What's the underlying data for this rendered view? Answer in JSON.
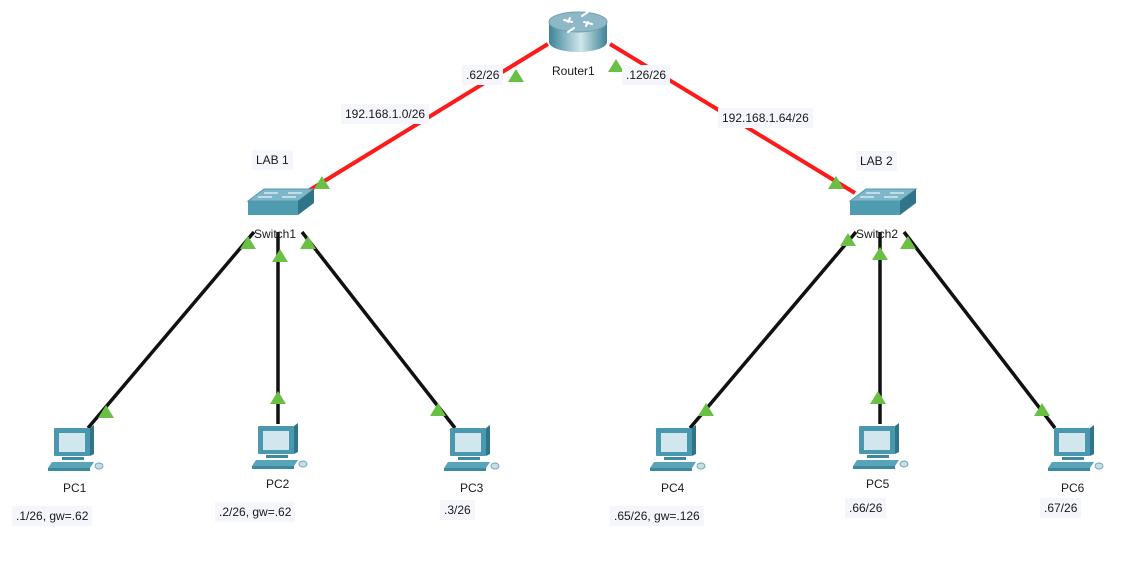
{
  "devices": [
    {
      "id": "router1",
      "type": "router",
      "name": "Router1"
    },
    {
      "id": "switch1",
      "type": "switch",
      "name": "Switch1",
      "note": "LAB 1"
    },
    {
      "id": "switch2",
      "type": "switch",
      "name": "Switch2",
      "note": "LAB 2"
    },
    {
      "id": "pc1",
      "type": "pc",
      "name": "PC1",
      "ip": ".1/26, gw=.62"
    },
    {
      "id": "pc2",
      "type": "pc",
      "name": "PC2",
      "ip": ".2/26, gw=.62"
    },
    {
      "id": "pc3",
      "type": "pc",
      "name": "PC3",
      "ip": ".3/26"
    },
    {
      "id": "pc4",
      "type": "pc",
      "name": "PC4",
      "ip": ".65/26, gw=.126"
    },
    {
      "id": "pc5",
      "type": "pc",
      "name": "PC5",
      "ip": ".66/26"
    },
    {
      "id": "pc6",
      "type": "pc",
      "name": "PC6",
      "ip": ".67/26"
    }
  ],
  "links": [
    {
      "from": "router1",
      "to": "switch1",
      "cable": "red",
      "network": "192.168.1.0/26",
      "router_if": ".62/26"
    },
    {
      "from": "router1",
      "to": "switch2",
      "cable": "red",
      "network": "192.168.1.64/26",
      "router_if": ".126/26"
    },
    {
      "from": "switch1",
      "to": "pc1",
      "cable": "black"
    },
    {
      "from": "switch1",
      "to": "pc2",
      "cable": "black"
    },
    {
      "from": "switch1",
      "to": "pc3",
      "cable": "black"
    },
    {
      "from": "switch2",
      "to": "pc4",
      "cable": "black"
    },
    {
      "from": "switch2",
      "to": "pc5",
      "cable": "black"
    },
    {
      "from": "switch2",
      "to": "pc6",
      "cable": "black"
    }
  ],
  "colors": {
    "router_cable": "#ff1a1a",
    "ethernet_cable": "#111111",
    "link_up": "#6abf45",
    "device": "#4f9bb0",
    "label_bg": "#f4f6fb"
  }
}
